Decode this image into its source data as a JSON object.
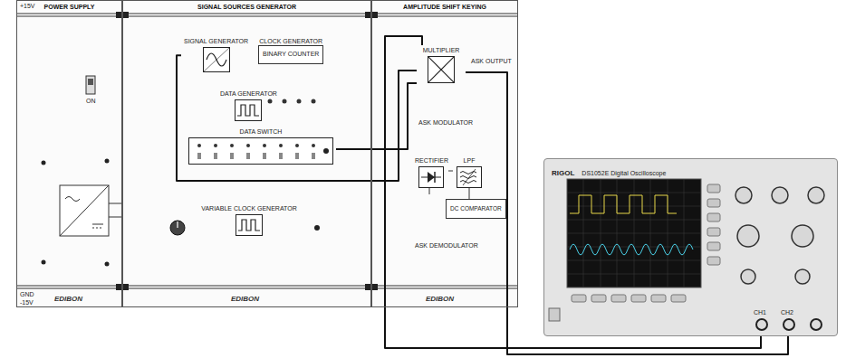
{
  "diagram": {
    "nodes": [
      {
        "text": [
          "POWER SUPPLY"
        ]
      },
      {
        "text": [
          "SIGNAL SOURCES GENERATOR"
        ]
      },
      {
        "text": [
          "AMPLITUDE SHIFT KEYING"
        ]
      },
      {
        "text": [
          "SIGNAL GENERATOR"
        ],
        "in": 1
      },
      {
        "text": [
          "CLOCK GENERATOR",
          "BINARY COUNTER"
        ],
        "in": 1
      },
      {
        "text": [
          "DATA GENERATOR"
        ],
        "in": 1
      },
      {
        "text": [
          "DATA SWITCH"
        ],
        "in": 1
      },
      {
        "text": [
          "VARIABLE CLOCK GENERATOR"
        ],
        "in": 1
      },
      {
        "text": [
          "MULTIPLIER"
        ],
        "in": 2
      },
      {
        "text": [
          "RECTIFIER"
        ],
        "in": 2
      },
      {
        "text": [
          "LPF"
        ],
        "in": 2
      },
      {
        "text": [
          "DC COMPARATOR"
        ],
        "in": 2
      },
      {
        "text": [
          "RIGOL",
          "DS1052E Digital Oscilloscope"
        ]
      }
    ],
    "edges": [
      {
        "from": 3,
        "to": 8,
        "arrow": "none"
      },
      {
        "from": 6,
        "to": 8,
        "arrow": "none"
      },
      {
        "from": 8,
        "to": 12,
        "arrow": "none"
      },
      {
        "from": 8,
        "to": 12,
        "arrow": "none"
      }
    ],
    "labels": [
      "+15V",
      "GND",
      "-15V",
      "ON",
      "EDIBON",
      "EDIBON",
      "EDIBON",
      "ASK OUTPUT",
      "ASK MODULATOR",
      "ASK DEMODULATOR",
      "CH1",
      "CH2"
    ]
  }
}
